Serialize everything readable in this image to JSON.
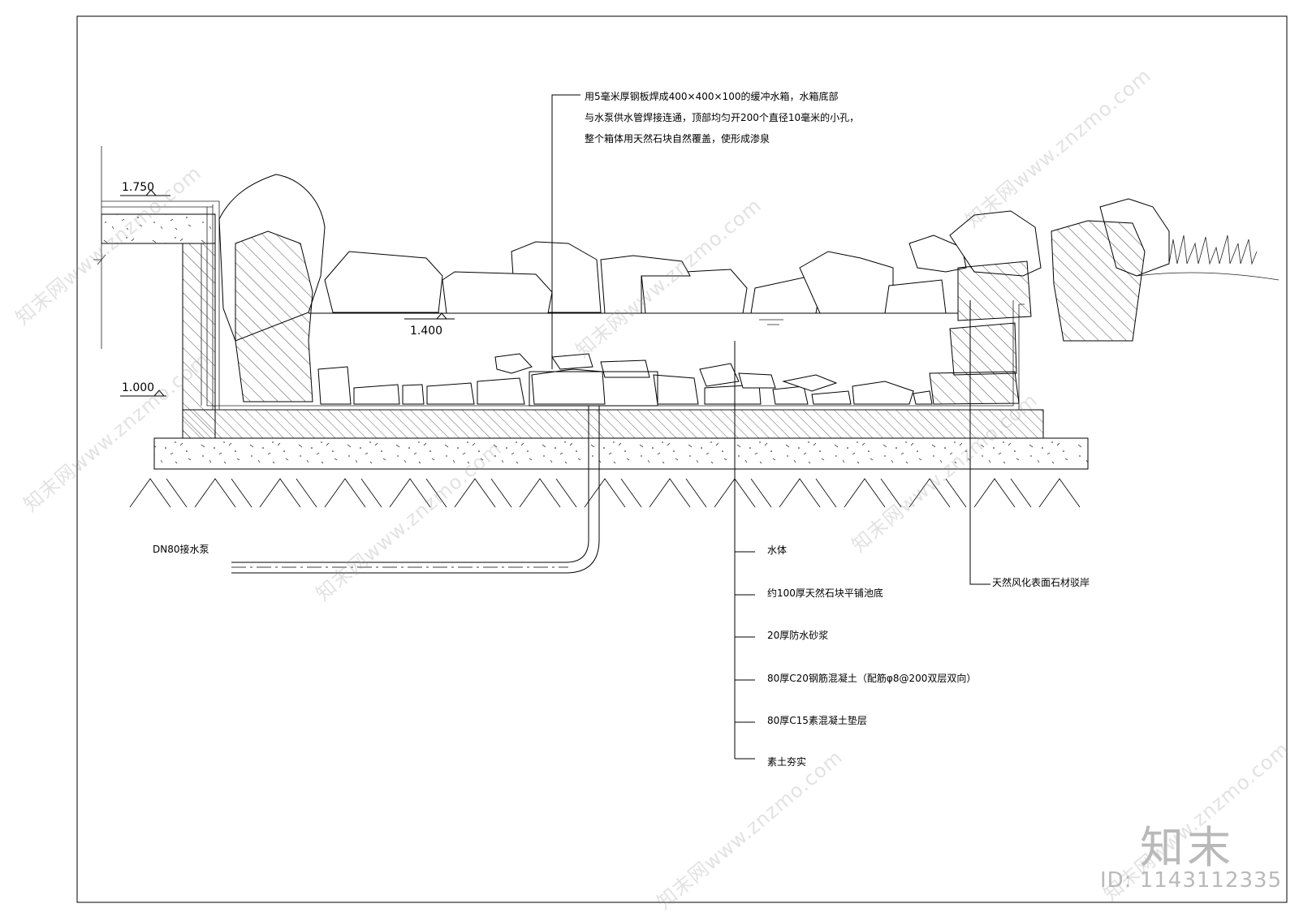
{
  "elevations": {
    "top_wall": "1.750",
    "water_level": "1.400",
    "pool_base": "1.000"
  },
  "top_note": {
    "line1": "用5毫米厚钢板焊成400×400×100的缓冲水箱，水箱底部",
    "line2": "与水泵供水管焊接连通，顶部均匀开200个直径10毫米的小孔，",
    "line3": "整个箱体用天然石块自然覆盖，使形成渗泉"
  },
  "pipe_label": "DN80接水泵",
  "layers": [
    "水体",
    "约100厚天然石块平铺池底",
    "20厚防水砂浆",
    "80厚C20钢筋混凝土（配筋φ8@200双层双向）",
    "80厚C15素混凝土垫层",
    "素土夯实"
  ],
  "revetment_label": "天然风化表面石材驳岸",
  "watermark": {
    "logo": "知末",
    "id": "ID: 1143112335",
    "site": "知末网www.znzmo.com"
  },
  "colors": {
    "line": "#000000",
    "watermark": "#b9b9b9"
  }
}
